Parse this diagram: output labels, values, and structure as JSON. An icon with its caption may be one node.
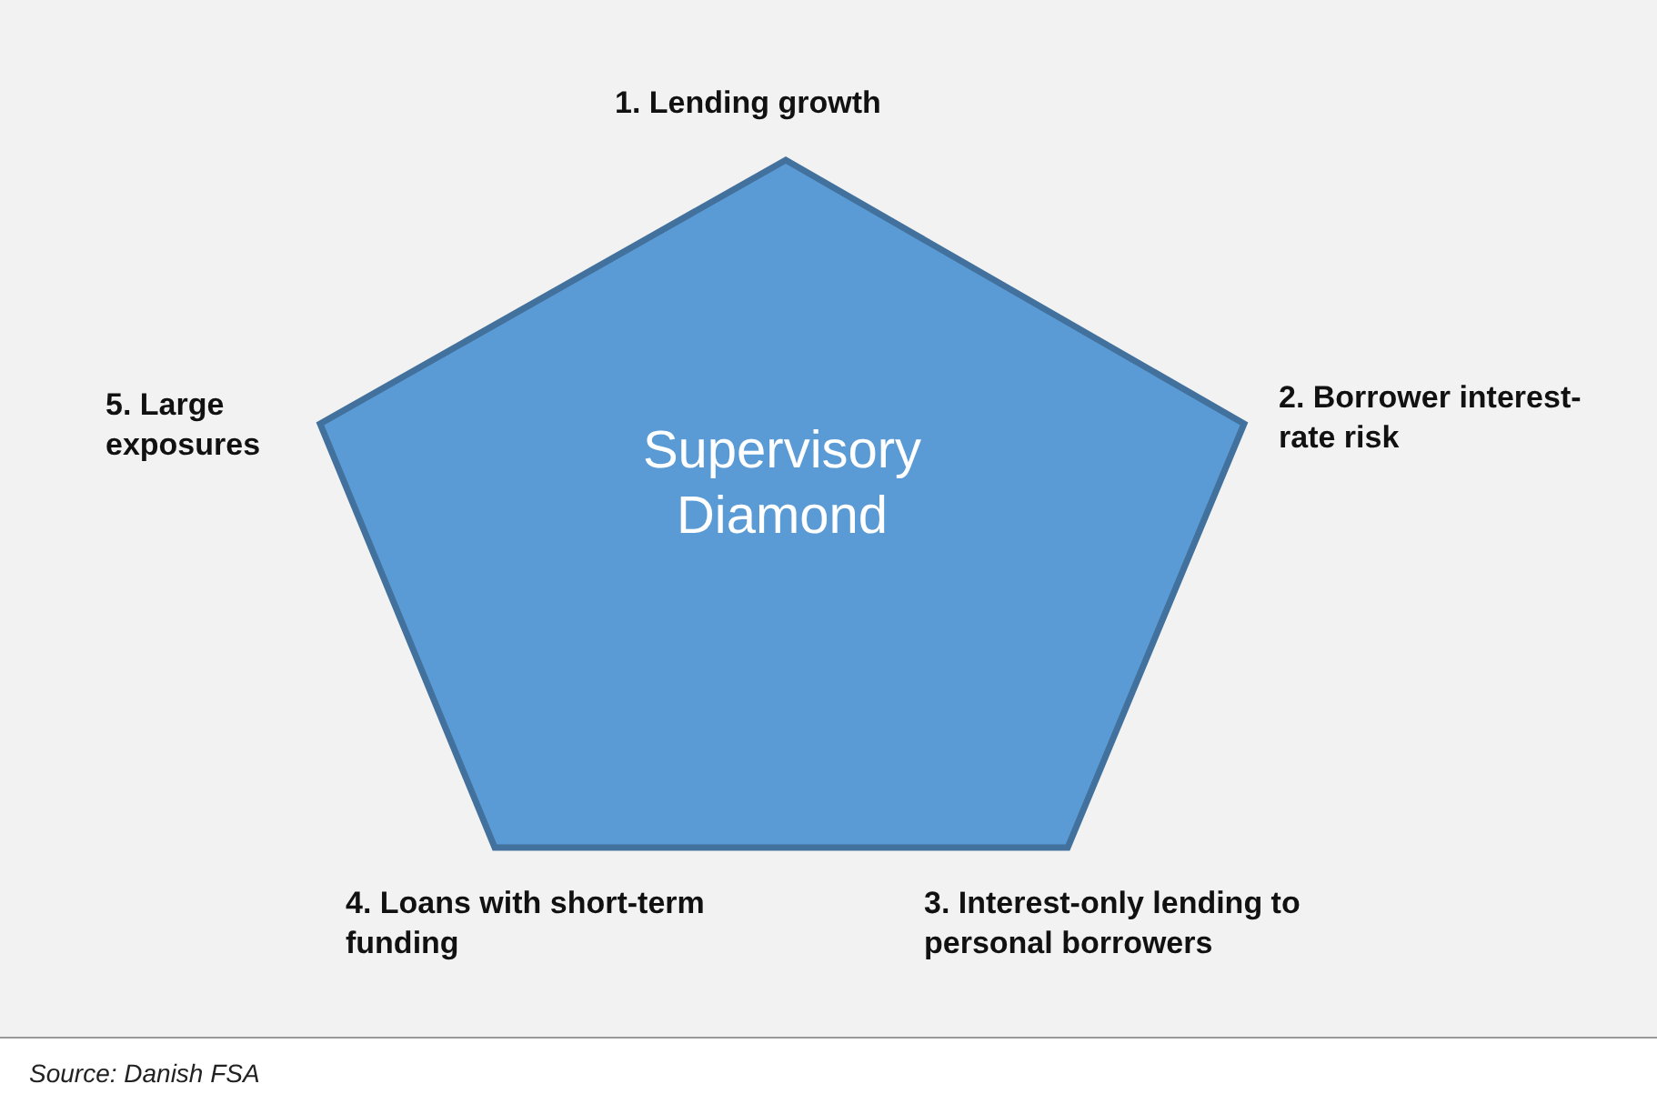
{
  "diagram": {
    "caption": "Source: Danish FSA",
    "nodes": [
      {
        "text": [
          "Supervisory Diamond"
        ]
      }
    ],
    "labels": [
      "1. Lending growth",
      "5. Large exposures",
      "2. Borrower interest-rate risk",
      "4. Loans with short-term funding",
      "3. Interest-only lending to personal borrowers"
    ]
  }
}
